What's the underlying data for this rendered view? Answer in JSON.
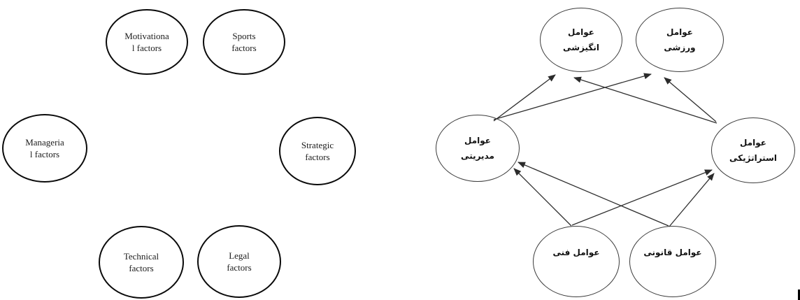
{
  "colors": {
    "background": "#ffffff",
    "left_ellipse_stroke": "#0a0a0a",
    "right_ellipse_stroke": "#3c3c3c",
    "edge_stroke": "#2f2f2f",
    "text": "#111111"
  },
  "left_diagram": {
    "language": "en",
    "nodes": [
      {
        "id": "motivational",
        "label": "Motivationa\nl factors"
      },
      {
        "id": "sports",
        "label": "Sports\nfactors"
      },
      {
        "id": "managerial",
        "label": "Manageria\nl factors"
      },
      {
        "id": "strategic",
        "label": "Strategic\nfactors"
      },
      {
        "id": "technical",
        "label": "Technical\nfactors"
      },
      {
        "id": "legal",
        "label": "Legal\nfactors"
      }
    ],
    "edges": []
  },
  "right_diagram": {
    "language": "fa",
    "nodes": [
      {
        "id": "motivational-fa",
        "label": "عوامل\nانگیزشی"
      },
      {
        "id": "sports-fa",
        "label": "عوامل\nورزشی"
      },
      {
        "id": "managerial-fa",
        "label": "عوامل\nمدیریتی"
      },
      {
        "id": "strategic-fa",
        "label": "عوامل\nاستراتژیکی"
      },
      {
        "id": "technical-fa",
        "label": "عوامل فنی"
      },
      {
        "id": "legal-fa",
        "label": "عوامل قانونی"
      }
    ],
    "edges": [
      {
        "from": "managerial-fa",
        "to": "motivational-fa"
      },
      {
        "from": "managerial-fa",
        "to": "sports-fa"
      },
      {
        "from": "strategic-fa",
        "to": "motivational-fa"
      },
      {
        "from": "strategic-fa",
        "to": "sports-fa"
      },
      {
        "from": "technical-fa",
        "to": "managerial-fa"
      },
      {
        "from": "legal-fa",
        "to": "managerial-fa"
      },
      {
        "from": "technical-fa",
        "to": "strategic-fa"
      },
      {
        "from": "legal-fa",
        "to": "strategic-fa"
      }
    ]
  }
}
